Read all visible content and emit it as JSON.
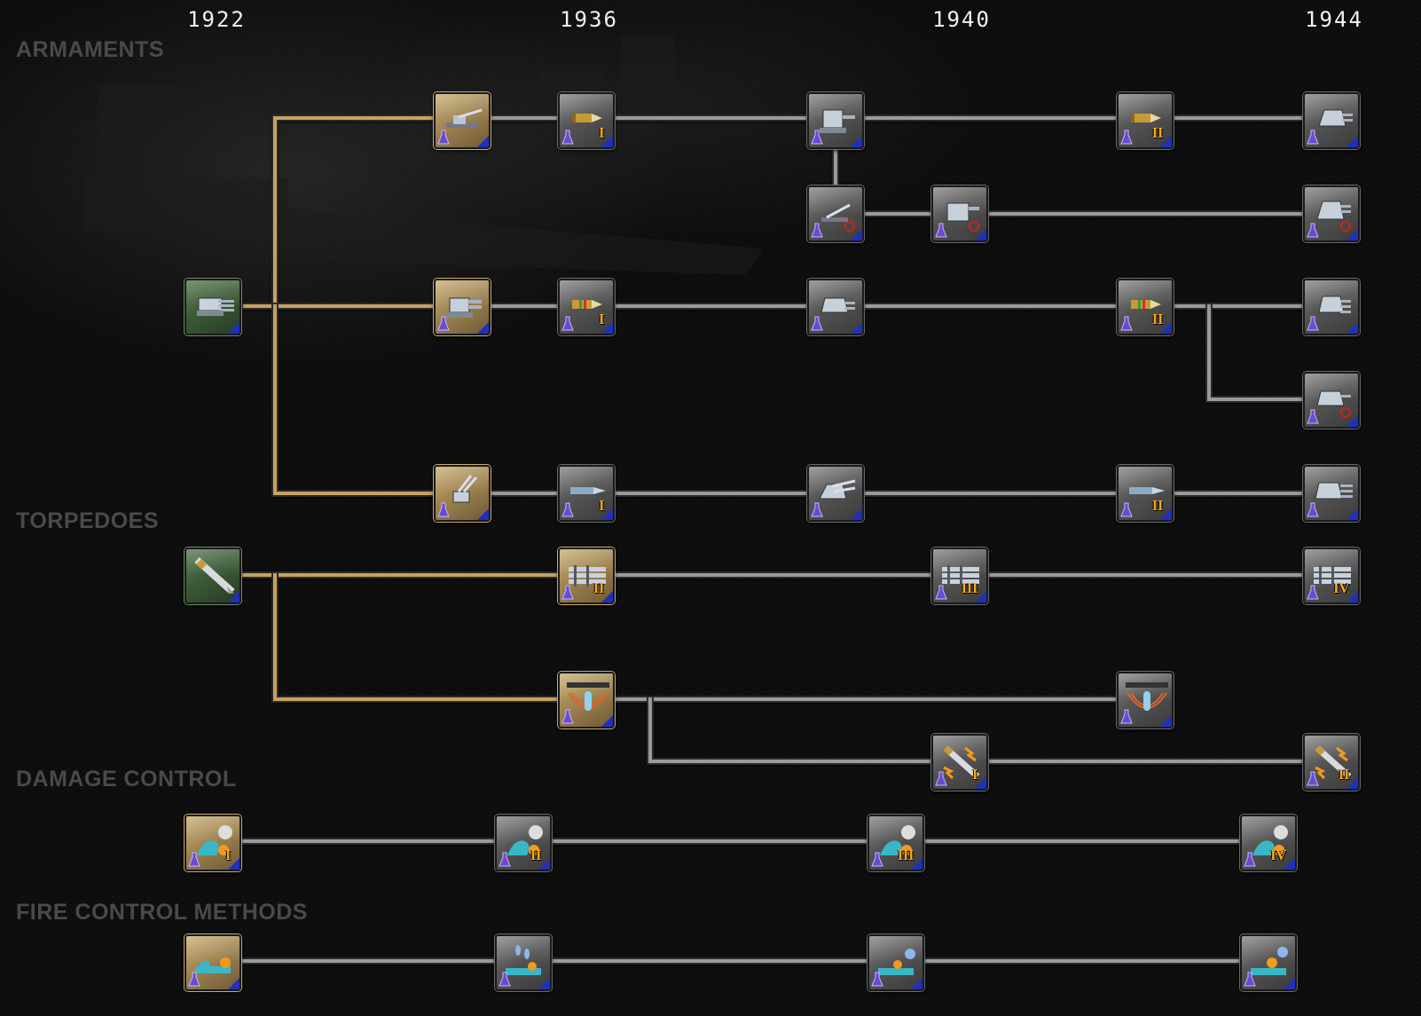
{
  "years": [
    "1922",
    "1936",
    "1940",
    "1944"
  ],
  "sections": {
    "armaments": "ARMAMENTS",
    "torpedoes": "TORPEDOES",
    "damage_control": "DAMAGE CONTROL",
    "fire_control": "FIRE CONTROL METHODS"
  },
  "colors": {
    "researched_link": "#c7a15f",
    "available_link": "#9a9a9a",
    "researched_tile": "#a08553",
    "base_tile": "#3c5b37",
    "locked_tile": "#545454",
    "tier_numeral": "#f5a623",
    "section_title": "#4a4a4a"
  },
  "techs": {
    "base_gun": {
      "icon": "naval-gun-turret-icon",
      "state": "completed",
      "tier": ""
    },
    "light_battery_1": {
      "icon": "deck-gun-icon",
      "state": "researched",
      "tier": ""
    },
    "light_shell_1": {
      "icon": "gold-shell-icon",
      "state": "available",
      "tier": "I"
    },
    "light_battery_2": {
      "icon": "light-turret-icon",
      "state": "available",
      "tier": ""
    },
    "light_shell_2": {
      "icon": "gold-shell-icon",
      "state": "available",
      "tier": "II"
    },
    "light_battery_3": {
      "icon": "twin-light-turret-icon",
      "state": "available",
      "tier": ""
    },
    "aa_gun_1": {
      "icon": "aa-gun-icon",
      "state": "available",
      "tier": ""
    },
    "aa_gun_2": {
      "icon": "aa-turret-icon",
      "state": "available",
      "tier": ""
    },
    "aa_gun_3": {
      "icon": "aa-twin-turret-icon",
      "state": "available",
      "tier": ""
    },
    "medium_battery_1": {
      "icon": "medium-turret-icon",
      "state": "researched",
      "tier": ""
    },
    "medium_shell_1": {
      "icon": "striped-shell-icon",
      "state": "available",
      "tier": "I"
    },
    "medium_battery_2": {
      "icon": "medium-twin-turret-icon",
      "state": "available",
      "tier": ""
    },
    "medium_shell_2": {
      "icon": "striped-shell-icon",
      "state": "available",
      "tier": "II"
    },
    "medium_battery_3": {
      "icon": "medium-triple-turret-icon",
      "state": "available",
      "tier": ""
    },
    "dual_purpose_battery": {
      "icon": "dual-purpose-turret-icon",
      "state": "available",
      "tier": ""
    },
    "heavy_battery_1": {
      "icon": "heavy-twin-gun-icon",
      "state": "researched",
      "tier": ""
    },
    "heavy_shell_1": {
      "icon": "heavy-shell-icon",
      "state": "available",
      "tier": "I"
    },
    "heavy_battery_2": {
      "icon": "heavy-triple-turret-icon",
      "state": "available",
      "tier": ""
    },
    "heavy_shell_2": {
      "icon": "heavy-shell-icon",
      "state": "available",
      "tier": "II"
    },
    "heavy_battery_3": {
      "icon": "heavy-battleship-turret-icon",
      "state": "available",
      "tier": ""
    },
    "torpedo_base": {
      "icon": "torpedo-icon",
      "state": "completed",
      "tier": ""
    },
    "torpedo_launcher_2": {
      "icon": "torpedo-launcher-icon",
      "state": "researched",
      "tier": "II"
    },
    "torpedo_launcher_3": {
      "icon": "torpedo-launcher-icon",
      "state": "available",
      "tier": "III"
    },
    "torpedo_launcher_4": {
      "icon": "torpedo-launcher-icon",
      "state": "available",
      "tier": "IV"
    },
    "depth_charge_1": {
      "icon": "depth-charge-icon",
      "state": "researched",
      "tier": ""
    },
    "depth_charge_2": {
      "icon": "depth-charge-icon",
      "state": "available",
      "tier": ""
    },
    "magnetic_torpedo_1": {
      "icon": "magnetic-torpedo-icon",
      "state": "available",
      "tier": "I"
    },
    "magnetic_torpedo_2": {
      "icon": "magnetic-torpedo-icon",
      "state": "available",
      "tier": "II"
    },
    "damage_control_1": {
      "icon": "damage-control-icon",
      "state": "researched",
      "tier": "I"
    },
    "damage_control_2": {
      "icon": "damage-control-icon",
      "state": "available",
      "tier": "II"
    },
    "damage_control_3": {
      "icon": "damage-control-icon",
      "state": "available",
      "tier": "III"
    },
    "damage_control_4": {
      "icon": "damage-control-icon",
      "state": "available",
      "tier": "IV"
    },
    "fire_control_1": {
      "icon": "fire-control-icon",
      "state": "researched",
      "tier": ""
    },
    "fire_control_2": {
      "icon": "fire-control-rangefinder-icon",
      "state": "available",
      "tier": ""
    },
    "fire_control_3": {
      "icon": "fire-control-splash-icon",
      "state": "available",
      "tier": ""
    },
    "fire_control_4": {
      "icon": "fire-control-radar-icon",
      "state": "available",
      "tier": ""
    }
  }
}
